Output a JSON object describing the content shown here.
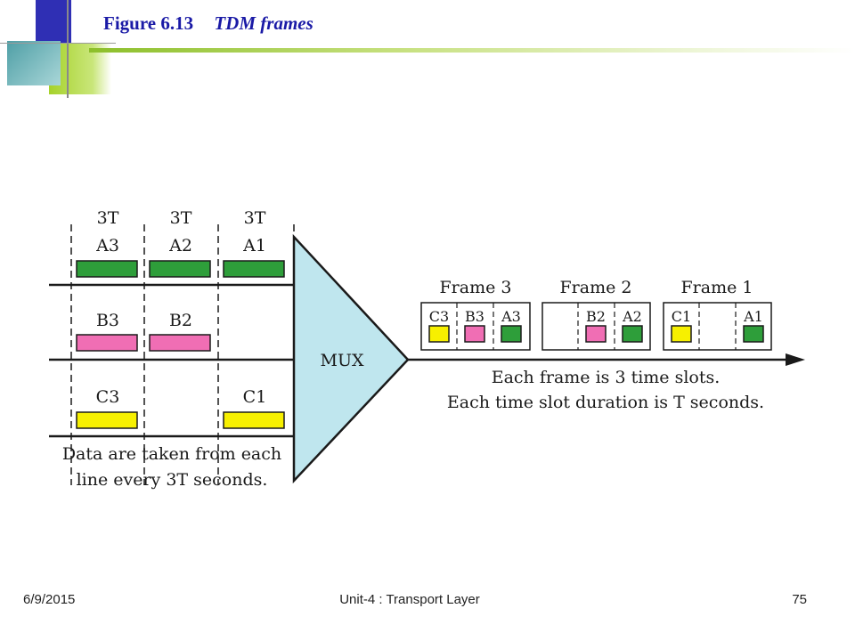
{
  "title": {
    "figure_number": "Figure 6.13",
    "figure_name": "TDM frames"
  },
  "diagram": {
    "slot_durations": [
      "3T",
      "3T",
      "3T"
    ],
    "input_lines": [
      {
        "units": [
          "A3",
          "A2",
          "A1"
        ],
        "color": "#2e9e3a"
      },
      {
        "units": [
          "B3",
          "B2",
          ""
        ],
        "color": "#f06eb4"
      },
      {
        "units": [
          "C3",
          "",
          "C1"
        ],
        "color": "#f7f000"
      }
    ],
    "mux_label": "MUX",
    "input_note_line1": "Data are taken from each",
    "input_note_line2": "line every 3T seconds.",
    "frames": [
      {
        "label": "Frame 3",
        "slots": [
          "C3",
          "B3",
          "A3"
        ]
      },
      {
        "label": "Frame 2",
        "slots": [
          "",
          "B2",
          "A2"
        ]
      },
      {
        "label": "Frame 1",
        "slots": [
          "C1",
          "",
          "A1"
        ]
      }
    ],
    "output_note_line1": "Each frame is 3 time slots.",
    "output_note_line2": "Each time slot duration is T seconds.",
    "colors": {
      "mux_fill": "#bfe6ee",
      "title": "#1a1aa6",
      "deco_blue": "#2f2fb4",
      "deco_green": "#a6d22a",
      "deco_teal": "#5aa8ad"
    }
  },
  "footer": {
    "date": "6/9/2015",
    "center": "Unit-4 : Transport Layer",
    "page": "75"
  }
}
